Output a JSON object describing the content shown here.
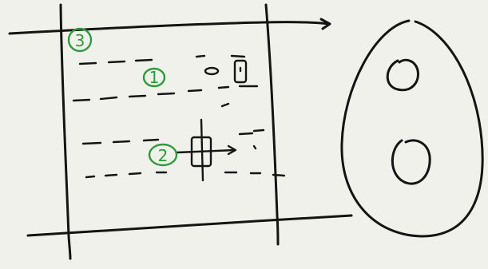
{
  "labels": {
    "one": "1",
    "two": "2",
    "three": "3"
  },
  "colors": {
    "ink": "#141414",
    "label": "#2f9a3c",
    "paper": "#f1f1ec"
  }
}
